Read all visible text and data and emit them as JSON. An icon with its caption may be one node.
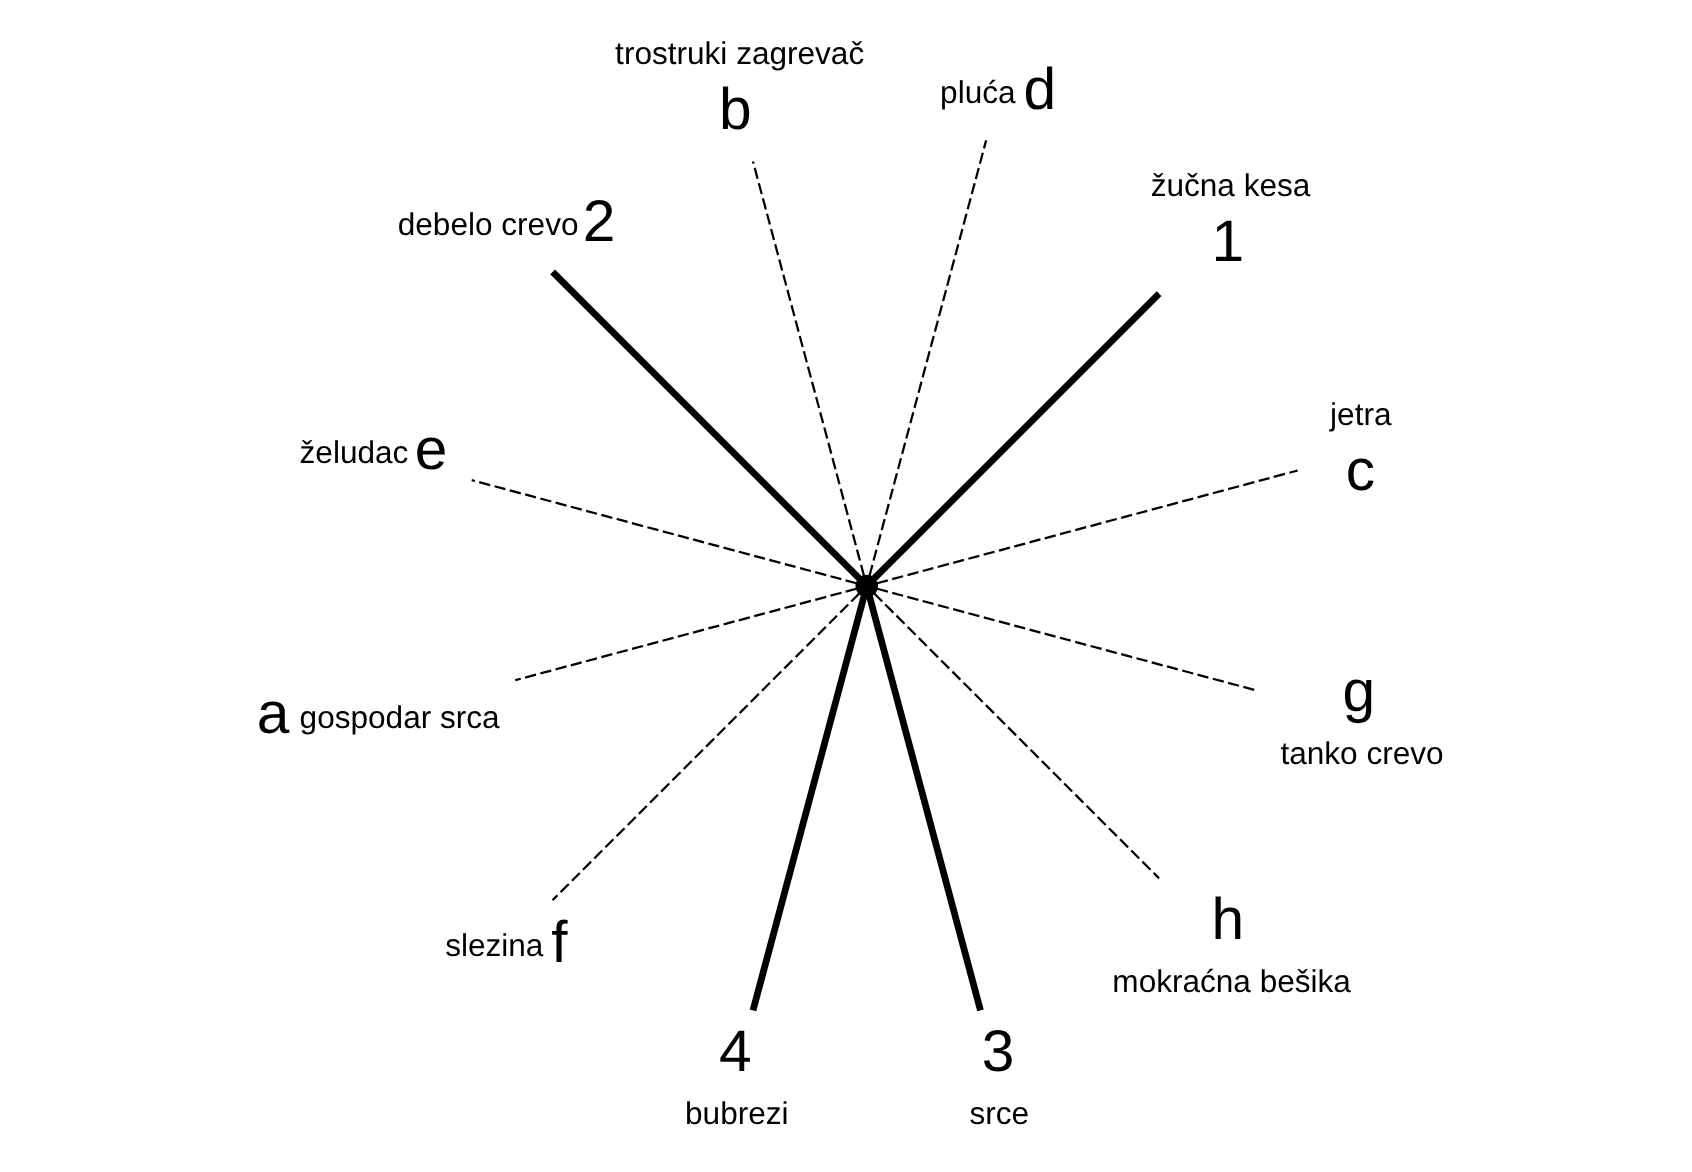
{
  "diagram": {
    "nodes": [
      {
        "text": [
          "c"
        ],
        "beside": [
          "jetra"
        ]
      },
      {
        "text": [
          "1"
        ],
        "beside": [
          "žučna kesa"
        ]
      },
      {
        "text": [
          "d"
        ],
        "beside": [
          "pluća"
        ]
      },
      {
        "text": [
          "b"
        ],
        "beside": [
          "trostruki zagrevač"
        ]
      },
      {
        "text": [
          "2"
        ],
        "beside": [
          "debelo crevo"
        ]
      },
      {
        "text": [],
        "shape": "circle"
      },
      {
        "text": [
          "e"
        ],
        "beside": [
          "želudac"
        ]
      },
      {
        "text": [
          "a"
        ],
        "beside": [
          "gospodar srca"
        ]
      },
      {
        "text": [
          "f"
        ],
        "beside": [
          "slezina"
        ]
      },
      {
        "text": [
          "4"
        ],
        "beside": [
          "bubrezi"
        ]
      },
      {
        "text": [
          "3"
        ],
        "beside": [
          "srce"
        ]
      },
      {
        "text": [
          "h"
        ],
        "beside": [
          "mokraćna bešika"
        ]
      },
      {
        "text": [
          "g"
        ],
        "beside": [
          "tanko crevo"
        ]
      }
    ],
    "edges": [
      {
        "from": 5,
        "to": 0,
        "arrow": "none",
        "style": "dashed"
      },
      {
        "from": 5,
        "to": 1,
        "arrow": "none",
        "style": "thick"
      },
      {
        "from": 5,
        "to": 3,
        "arrow": "none",
        "style": "dashed"
      },
      {
        "from": 5,
        "to": 7,
        "arrow": "none",
        "style": "dashed"
      },
      {
        "from": 5,
        "to": 9,
        "arrow": "none",
        "style": "thick"
      },
      {
        "from": 5,
        "to": 11,
        "arrow": "none",
        "style": "dashed"
      },
      {
        "from": 5,
        "to": 12,
        "arrow": "none",
        "style": "dashed"
      },
      {
        "from": 5,
        "to": 10,
        "arrow": "none",
        "style": "thick"
      },
      {
        "from": 5,
        "to": 8,
        "arrow": "none",
        "style": "dashed"
      },
      {
        "from": 5,
        "to": 6,
        "arrow": "none",
        "style": "dashed"
      },
      {
        "from": 5,
        "to": 4,
        "arrow": "none",
        "style": "thick"
      },
      {
        "from": 5,
        "to": 2,
        "arrow": "none",
        "style": "dashed"
      }
    ]
  }
}
